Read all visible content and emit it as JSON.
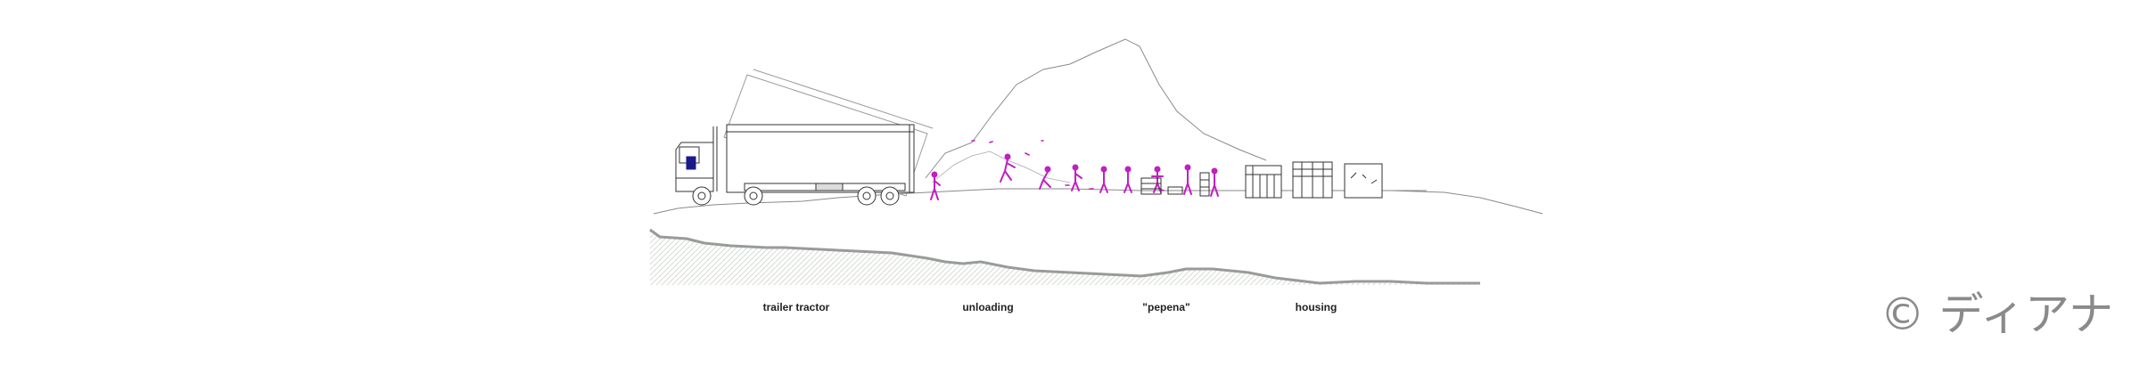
{
  "labels": {
    "trailer": "trailer tractor",
    "unloading": "unloading",
    "pepena": "\"pepena\"",
    "housing": "housing"
  },
  "copyright": "© ディアナ",
  "colors": {
    "line": "#8a8a8a",
    "people": "#c21fc2",
    "ink": "#222222",
    "soil_hatch": "#c9d4c9"
  }
}
